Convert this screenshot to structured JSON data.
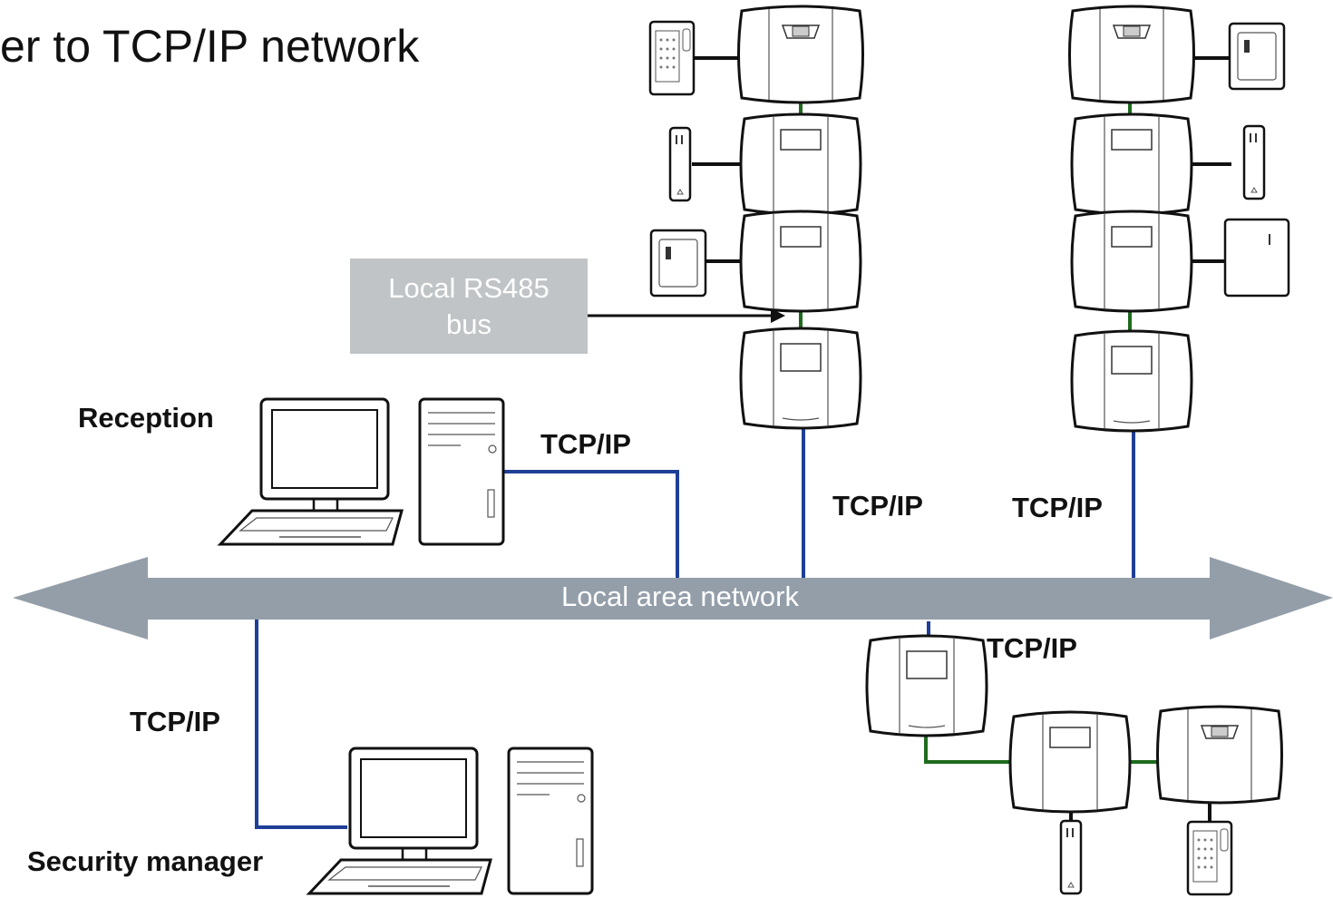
{
  "title": "er to TCP/IP network",
  "lan": {
    "label": "Local area network"
  },
  "callout": {
    "text": "Local RS485 bus"
  },
  "labels": {
    "reception": "Reception",
    "security_manager": "Security manager",
    "tcp_reception": "TCP/IP",
    "tcp_column1": "TCP/IP",
    "tcp_column2": "TCP/IP",
    "tcp_lower_group": "TCP/IP",
    "tcp_security": "TCP/IP"
  },
  "colors": {
    "tcp_line": "#1f3f97",
    "rs485_line": "#1e6b1e",
    "reader_line": "#111111",
    "lan_arrow": "#939ea9",
    "callout_bg": "#c0c4c7"
  }
}
